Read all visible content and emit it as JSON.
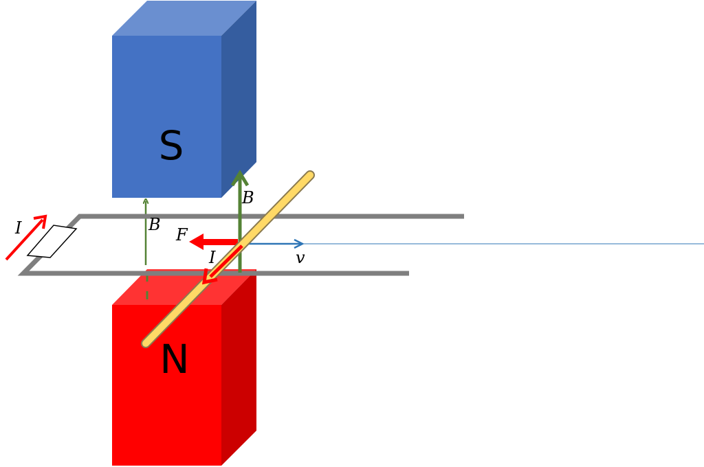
{
  "magnets": {
    "top": {
      "pole": "S",
      "color_front": "#4472c4",
      "color_top": "#6a8fd0",
      "color_side": "#355d9f"
    },
    "bottom": {
      "pole": "N",
      "color_front": "#ff0000",
      "color_top": "#ff3333",
      "color_side": "#cc0000"
    }
  },
  "labels": {
    "current_source": "I",
    "current_rod": "I",
    "field_left": "B",
    "field_right": "B",
    "force": "F",
    "velocity": "v"
  },
  "colors": {
    "rail": "#7f7f7f",
    "rod_fill": "#ffd966",
    "rod_stroke": "#8a7a50",
    "field_arrow": "#548235",
    "current_arrow": "#ff0000",
    "force_arrow": "#ff0000",
    "velocity_arrow": "#2e75b6",
    "velocity_line": "#2e75b6"
  }
}
